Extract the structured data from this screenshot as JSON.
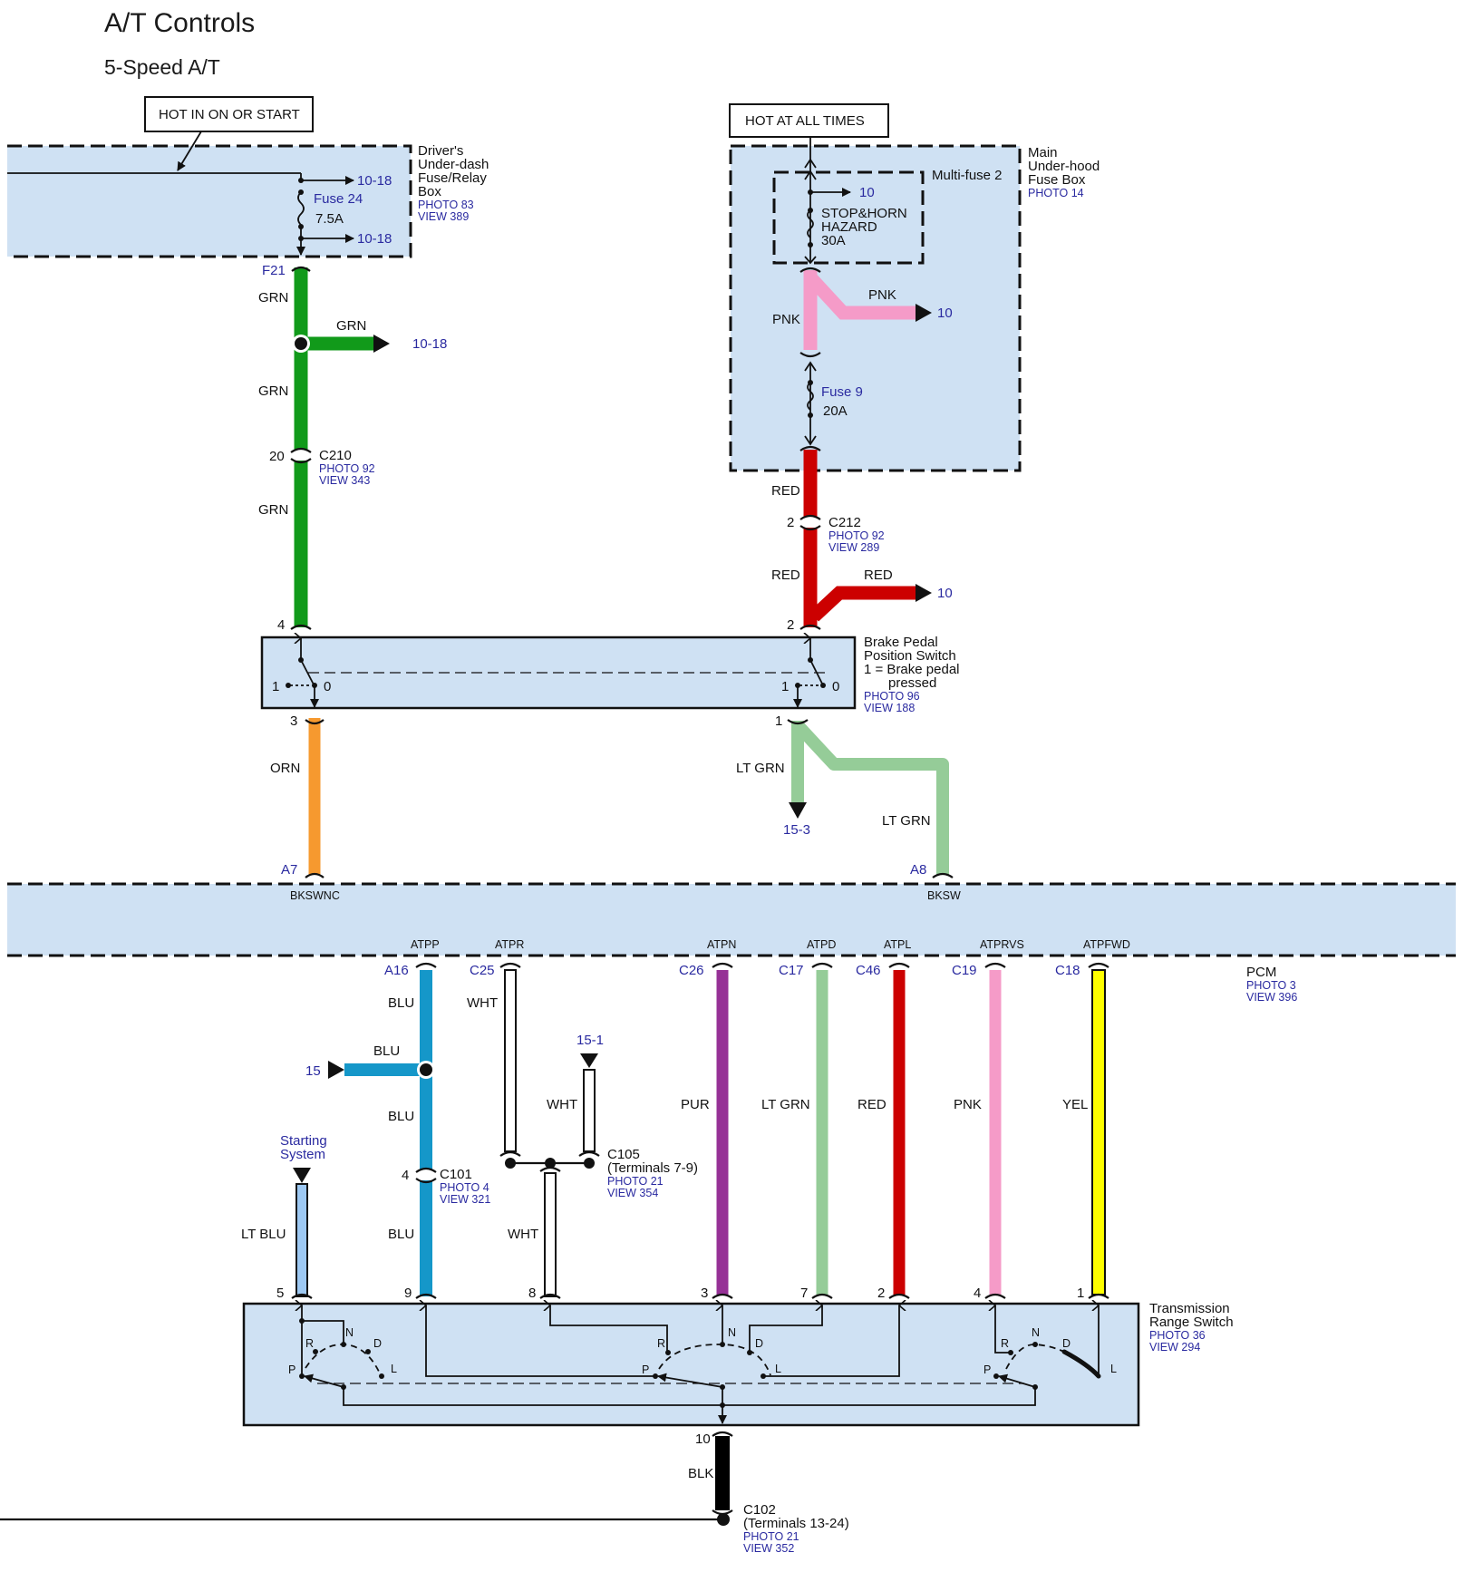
{
  "title": "A/T Controls",
  "subtitle": "5-Speed A/T",
  "colors": {
    "GRN": "#119a1a",
    "RED": "#cc0000",
    "PNK": "#f59bc8",
    "ORN": "#f6992f",
    "LT GRN": "#95cc98",
    "BLU": "#1597c9",
    "LT BLU": "#9dc8f2",
    "PUR": "#963196",
    "YEL": "#ffff00",
    "WHT": "#ffffff",
    "BLK": "#000000",
    "component_fill": "#cfe1f3",
    "reference_text": "#2a2aa0"
  },
  "power_labels": {
    "hot_in_on_or_start": "HOT IN ON OR START",
    "hot_at_all_times": "HOT AT ALL TIMES"
  },
  "driver_fuse_box": {
    "name_lines": [
      "Driver's",
      "Under-dash",
      "Fuse/Relay",
      "Box"
    ],
    "photo": "PHOTO 83",
    "view": "VIEW 389",
    "fuse_name": "Fuse 24",
    "fuse_rating": "7.5A",
    "refs": [
      "10-18",
      "10-18"
    ],
    "terminal": "F21"
  },
  "main_fuse_box": {
    "name_lines": [
      "Main",
      "Under-hood",
      "Fuse Box"
    ],
    "photo": "PHOTO 14",
    "multifuse_label": "Multi-fuse 2",
    "multifuse_ref": "10",
    "multifuse_fuse_lines": [
      "STOP&HORN",
      "HAZARD",
      "30A"
    ],
    "fuse_name": "Fuse 9",
    "fuse_rating": "20A",
    "pnk_wire_label": "PNK",
    "pnk_branch_label": "PNK",
    "pnk_branch_ref": "10"
  },
  "left_circuit": {
    "wire_labels": [
      "GRN",
      "GRN",
      "GRN",
      "GRN"
    ],
    "splice_ref": "10-18",
    "c210": {
      "pin": "20",
      "name": "C210",
      "photo": "PHOTO 92",
      "view": "VIEW 343"
    },
    "switch_pin_top": "4",
    "switch_pin_bottom": "3",
    "orn_label": "ORN",
    "pcm_pin": "A7",
    "pcm_signal": "BKSWNC"
  },
  "right_circuit": {
    "red_labels": [
      "RED",
      "RED",
      "RED"
    ],
    "c212": {
      "pin": "2",
      "name": "C212",
      "photo": "PHOTO 92",
      "view": "VIEW 289"
    },
    "red_branch_ref": "10",
    "switch_pin_top": "2",
    "switch_pin_bottom": "1",
    "ltgrn_labels": [
      "LT GRN",
      "LT GRN"
    ],
    "ltgrn_ref": "15-3",
    "pcm_pin": "A8",
    "pcm_signal": "BKSW"
  },
  "brake_switch": {
    "name_lines": [
      "Brake Pedal",
      "Position Switch",
      "1 = Brake pedal",
      "pressed"
    ],
    "photo": "PHOTO 96",
    "view": "VIEW 188",
    "pos_labels": [
      "1",
      "0",
      "1",
      "0"
    ]
  },
  "pcm": {
    "name": "PCM",
    "photo": "PHOTO 3",
    "view": "VIEW 396",
    "pins": [
      {
        "signal": "ATPP",
        "pin": "A16",
        "wire": "BLU",
        "trs_pin": "9"
      },
      {
        "signal": "ATPR",
        "pin": "C25",
        "wire": "WHT",
        "trs_pin": "8"
      },
      {
        "signal": "ATPN",
        "pin": "C26",
        "wire": "PUR",
        "trs_pin": "3"
      },
      {
        "signal": "ATPD",
        "pin": "C17",
        "wire": "LT GRN",
        "trs_pin": "7"
      },
      {
        "signal": "ATPL",
        "pin": "C46",
        "wire": "RED",
        "trs_pin": "2"
      },
      {
        "signal": "ATPRVS",
        "pin": "C19",
        "wire": "PNK",
        "trs_pin": "4"
      },
      {
        "signal": "ATPFWD",
        "pin": "C18",
        "wire": "YEL",
        "trs_pin": "1"
      }
    ]
  },
  "blu_branch": {
    "label": "BLU",
    "ref": "15",
    "lower_labels": [
      "BLU",
      "BLU"
    ]
  },
  "c101": {
    "pin": "4",
    "name": "C101",
    "photo": "PHOTO 4",
    "view": "VIEW 321"
  },
  "c105": {
    "name": "C105",
    "terminals": "(Terminals 7-9)",
    "photo": "PHOTO 21",
    "view": "VIEW 354",
    "ref": "15-1",
    "wht_labels": [
      "WHT",
      "WHT"
    ]
  },
  "starting_system": {
    "lines": [
      "Starting",
      "System"
    ],
    "wire": "LT BLU",
    "trs_pin": "5"
  },
  "trs": {
    "name_lines": [
      "Transmission",
      "Range Switch"
    ],
    "photo": "PHOTO 36",
    "view": "VIEW 294",
    "positions": [
      "P",
      "R",
      "N",
      "D",
      "L"
    ],
    "ground_pin": "10",
    "ground_wire": "BLK"
  },
  "c102": {
    "name": "C102",
    "terminals": "(Terminals 13-24)",
    "photo": "PHOTO 21",
    "view": "VIEW 352"
  }
}
